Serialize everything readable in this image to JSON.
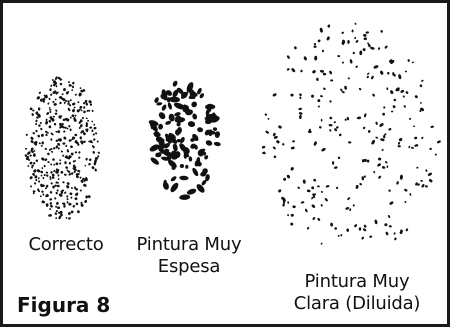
{
  "figure": {
    "title": "Figura 8",
    "labels": {
      "correct": "Correcto",
      "thick_line1": "Pintura Muy",
      "thick_line2": "Espesa",
      "thin_line1": "Pintura Muy",
      "thin_line2": "Clara (Diluida)"
    }
  },
  "colors": {
    "ink": "#111111",
    "frame": "#1a1a1a"
  }
}
